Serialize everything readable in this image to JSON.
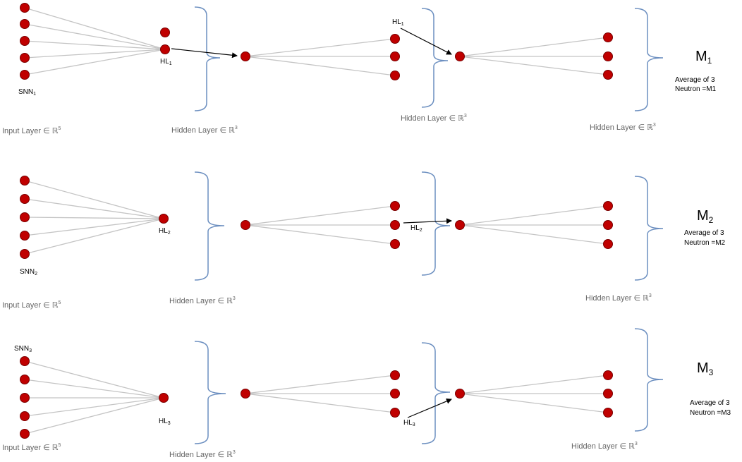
{
  "rows": [
    {
      "snn": {
        "base": "SNN",
        "sub": "1"
      },
      "hl": {
        "base": "HL",
        "sub": "1"
      },
      "hl_second": {
        "base": "HL",
        "sub": "1"
      },
      "input_layer": "Input Layer ∈ ℝ",
      "input_sup": "5",
      "hidden_layer_a": "Hidden Layer ∈ ℝ",
      "hidden_layer_b": "Hidden Layer ∈ ℝ",
      "hidden_layer_c": "Hidden Layer ∈ ℝ",
      "hidden_sup": "3",
      "m": {
        "base": "M",
        "sub": "1"
      },
      "avg_line1": "Average of 3",
      "avg_line2": "Neutron =M1"
    },
    {
      "snn": {
        "base": "SNN",
        "sub": "2"
      },
      "hl": {
        "base": "HL",
        "sub": "2"
      },
      "hl_second": {
        "base": "HL",
        "sub": "2"
      },
      "input_layer": "Input Layer ∈ ℝ",
      "input_sup": "5",
      "hidden_layer_a": "Hidden Layer ∈ ℝ",
      "hidden_layer_b": "Hidden Layer ∈ ℝ",
      "hidden_sup": "3",
      "m": {
        "base": "M",
        "sub": "2"
      },
      "avg_line1": "Average of 3",
      "avg_line2": "Neutron =M2"
    },
    {
      "snn": {
        "base": "SNN",
        "sub": "3"
      },
      "hl": {
        "base": "HL",
        "sub": "3"
      },
      "hl_second": {
        "base": "HL",
        "sub": "3"
      },
      "input_layer": "Input Layer ∈ ℝ",
      "input_sup": "5",
      "hidden_layer_a": "Hidden Layer ∈ ℝ",
      "hidden_layer_b": "Hidden Layer ∈ ℝ",
      "hidden_sup": "3",
      "m": {
        "base": "M",
        "sub": "3"
      },
      "avg_line1": "Average of 3",
      "avg_line2": "Neutron =M3"
    }
  ],
  "colors": {
    "node": "#c00000",
    "edge": "#c4c4c4",
    "brace": "#6c8fc0",
    "arrow": "#000000"
  }
}
